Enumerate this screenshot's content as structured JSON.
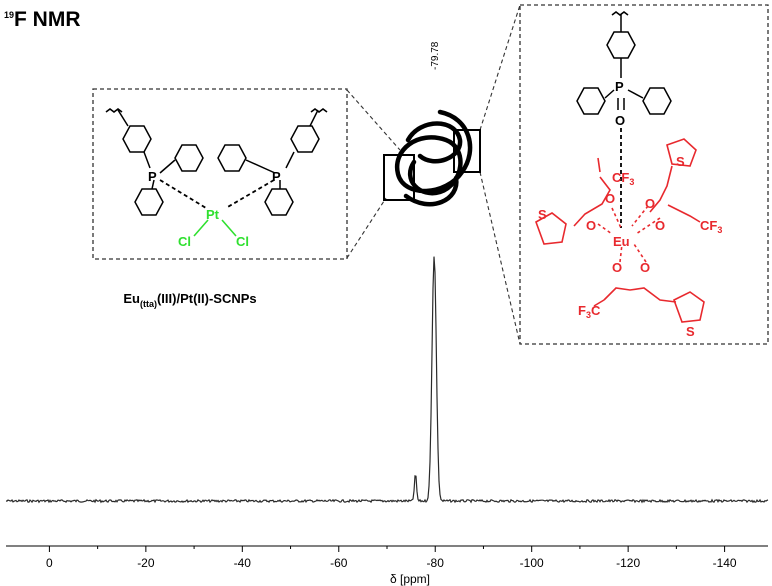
{
  "chart_data": {
    "type": "line",
    "title": "19F NMR",
    "title_sup": "19",
    "title_main": "F NMR",
    "xlabel": "δ [ppm]",
    "ylabel": "",
    "xlim": [
      9,
      -149
    ],
    "x_axis_reversed": true,
    "grid": false,
    "x_ticks": [
      0,
      -20,
      -40,
      -60,
      -80,
      -100,
      -120,
      -140
    ],
    "x_tick_labels": [
      "0",
      "-20",
      "-40",
      "-60",
      "-80",
      "-100",
      "-120",
      "-140"
    ],
    "peaks": [
      {
        "x": -79.78,
        "relative_height": 1.0,
        "label": "-79.78"
      },
      {
        "x": -75.9,
        "relative_height": 0.11,
        "label": ""
      }
    ],
    "annotations": {
      "sample_name_main": "Eu",
      "sample_name_sub": "(tta)",
      "sample_name_rest": "(III)/Pt(II)-SCNPs"
    }
  },
  "structure_left": {
    "atoms": {
      "phosphorus": "P",
      "platinum": "Pt",
      "chlorine": "Cl"
    },
    "colors": {
      "bonds": "#000000",
      "pt_cl": "#2fe02f"
    }
  },
  "structure_right": {
    "atoms": {
      "phosphorus": "P",
      "oxygen": "O",
      "europium": "Eu",
      "sulfur": "S",
      "trifluoromethyl": "CF",
      "trifluoromethyl_sub": "3",
      "carbon": "C",
      "fluorine": "F"
    },
    "colors": {
      "bonds": "#000000",
      "ligand": "#e8292e"
    }
  },
  "colors": {
    "spectrum": "#2a2a2a",
    "axis": "#000000",
    "dash_box": "#333333"
  }
}
